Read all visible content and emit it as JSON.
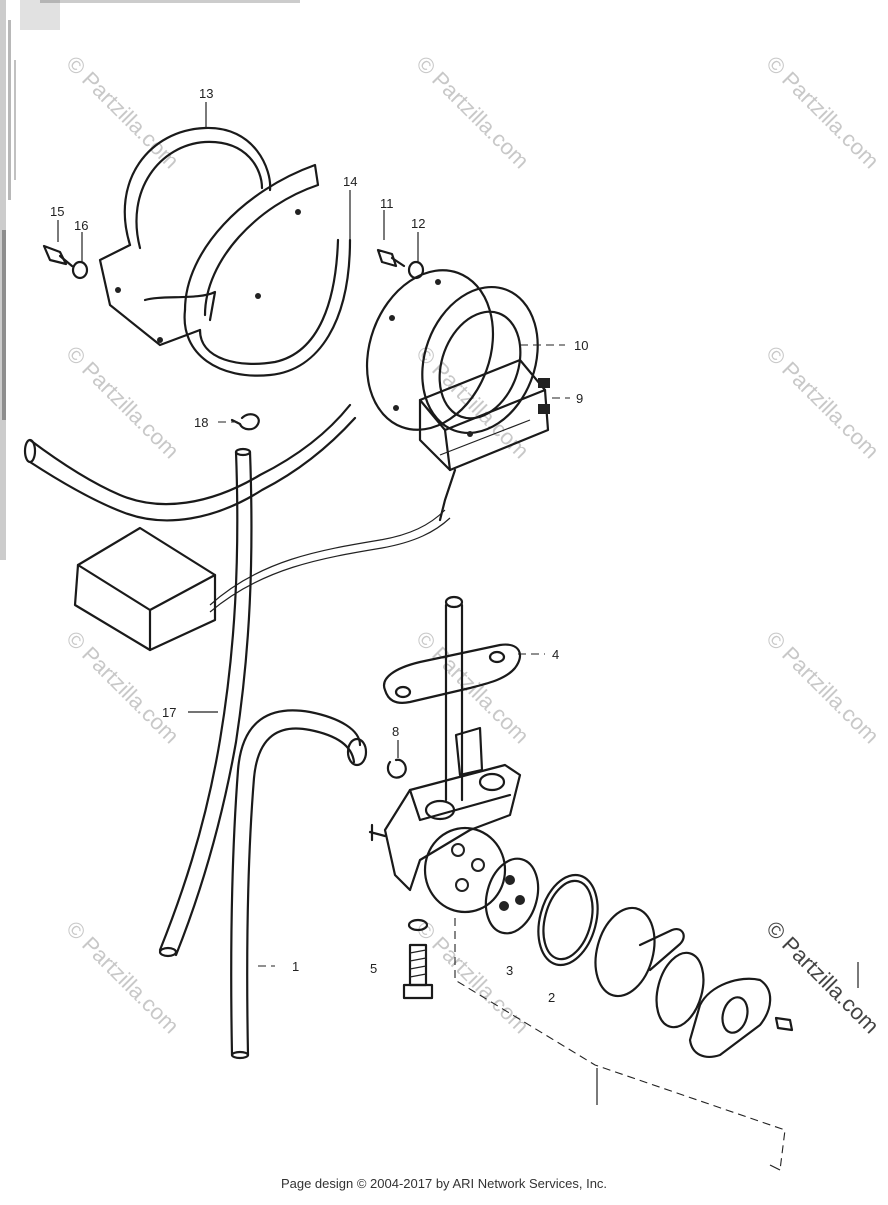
{
  "callouts": [
    {
      "id": "13",
      "label": "13"
    },
    {
      "id": "14",
      "label": "14"
    },
    {
      "id": "15",
      "label": "15"
    },
    {
      "id": "16",
      "label": "16"
    },
    {
      "id": "11",
      "label": "11"
    },
    {
      "id": "12",
      "label": "12"
    },
    {
      "id": "10",
      "label": "10"
    },
    {
      "id": "9",
      "label": "9"
    },
    {
      "id": "18",
      "label": "18"
    },
    {
      "id": "17",
      "label": "17"
    },
    {
      "id": "4",
      "label": "4"
    },
    {
      "id": "8",
      "label": "8"
    },
    {
      "id": "1",
      "label": "1"
    },
    {
      "id": "5",
      "label": "5"
    },
    {
      "id": "3",
      "label": "3"
    },
    {
      "id": "2",
      "label": "2"
    }
  ],
  "watermark": "© Partzilla.com",
  "footer": "Page design © 2004-2017 by ARI Network Services, Inc."
}
